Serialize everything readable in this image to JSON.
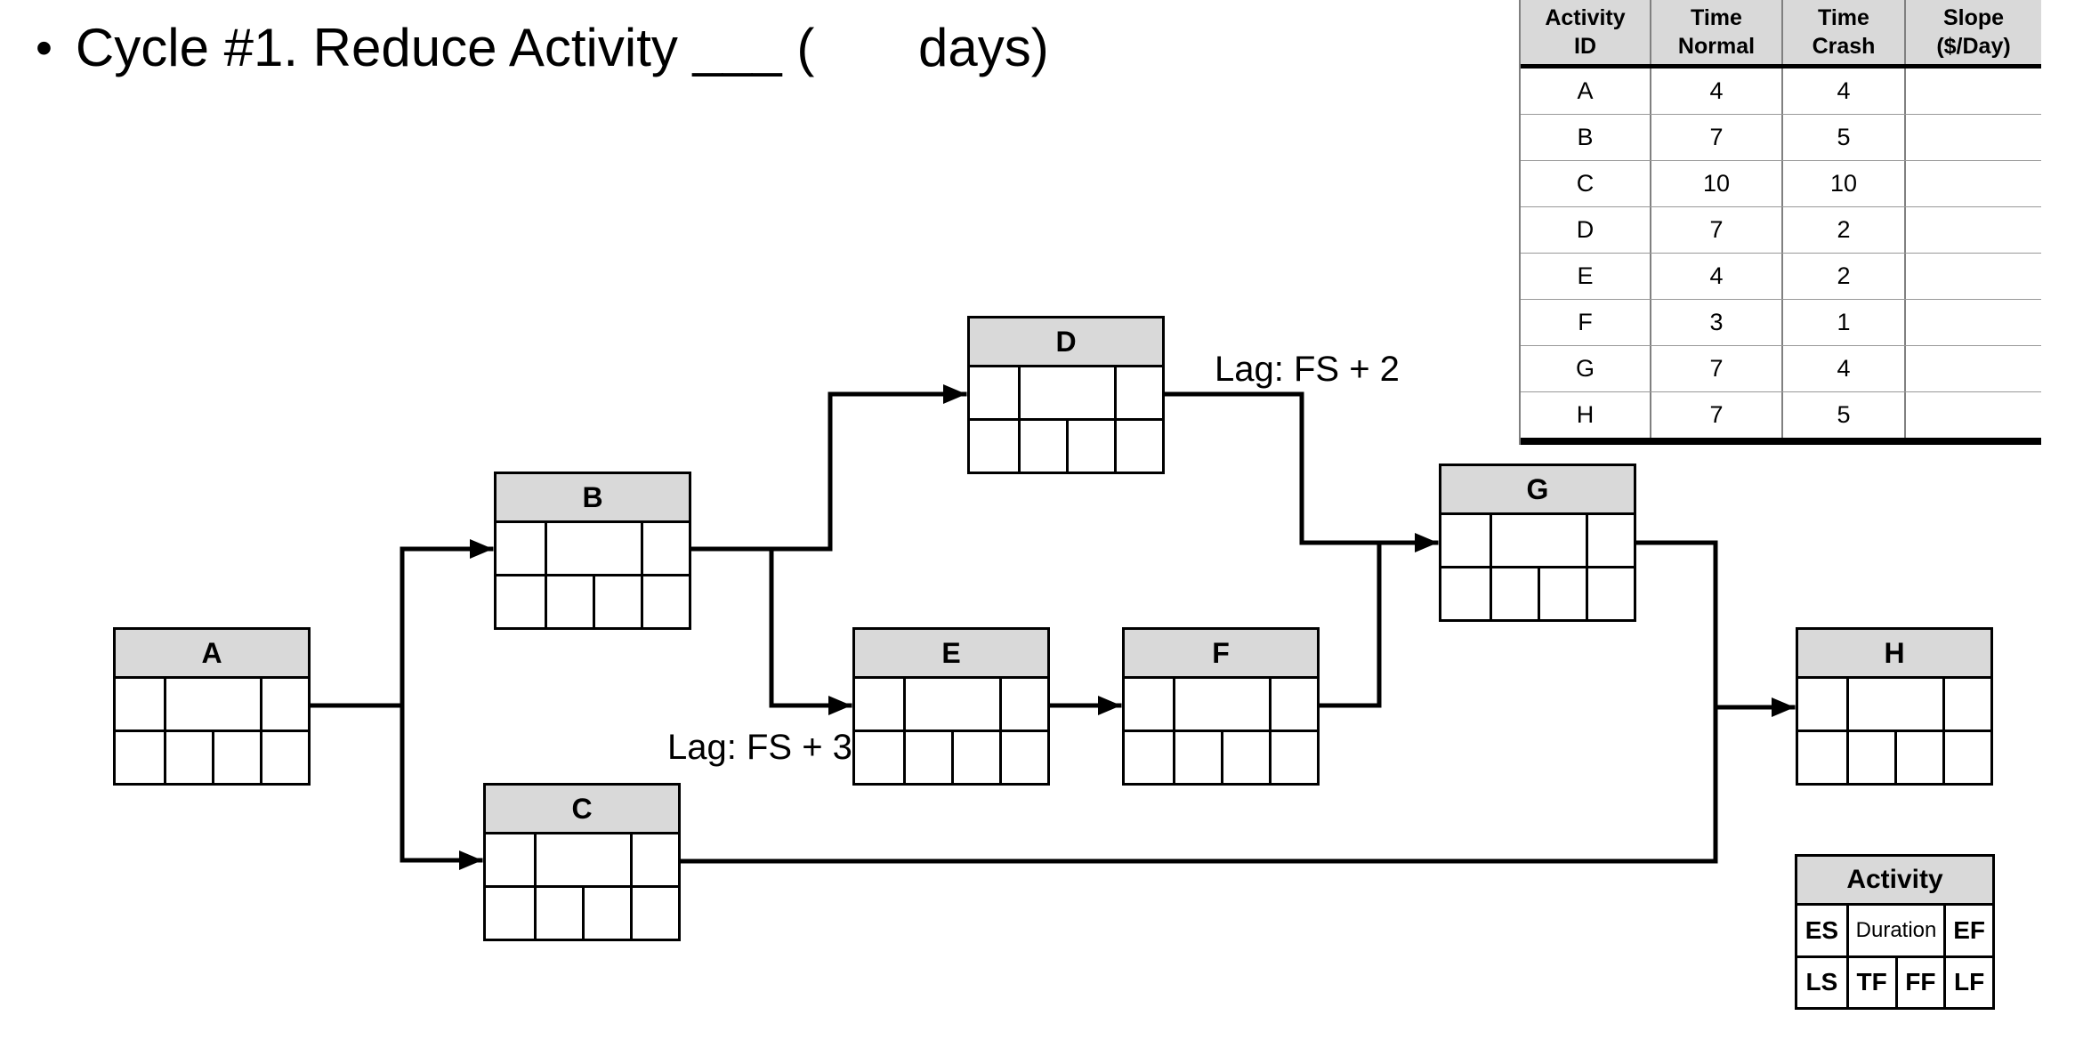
{
  "title": {
    "bullet": "•",
    "text": "Cycle #1. Reduce Activity ___ (       days)"
  },
  "crash_table": {
    "headers": [
      "Activity\nID",
      "Time\nNormal",
      "Time\nCrash",
      "Slope\n($/Day)"
    ],
    "rows": [
      [
        "A",
        "4",
        "4",
        ""
      ],
      [
        "B",
        "7",
        "5",
        ""
      ],
      [
        "C",
        "10",
        "10",
        ""
      ],
      [
        "D",
        "7",
        "2",
        ""
      ],
      [
        "E",
        "4",
        "2",
        ""
      ],
      [
        "F",
        "3",
        "1",
        ""
      ],
      [
        "G",
        "7",
        "4",
        ""
      ],
      [
        "H",
        "7",
        "5",
        ""
      ]
    ]
  },
  "diagram": {
    "nodes": [
      {
        "id": "A",
        "label": "A"
      },
      {
        "id": "B",
        "label": "B"
      },
      {
        "id": "C",
        "label": "C"
      },
      {
        "id": "D",
        "label": "D"
      },
      {
        "id": "E",
        "label": "E"
      },
      {
        "id": "F",
        "label": "F"
      },
      {
        "id": "G",
        "label": "G"
      },
      {
        "id": "H",
        "label": "H"
      }
    ],
    "lags": {
      "d_to_g": "Lag: FS + 2",
      "b_to_e": "Lag: FS + 3"
    }
  },
  "legend": {
    "title": "Activity",
    "row1": [
      "ES",
      "Duration",
      "EF"
    ],
    "row2": [
      "LS",
      "TF",
      "FF",
      "LF"
    ]
  },
  "colors": {
    "header_fill": "#d9d9d9",
    "line": "#000000",
    "table_thin_line": "#808080"
  }
}
